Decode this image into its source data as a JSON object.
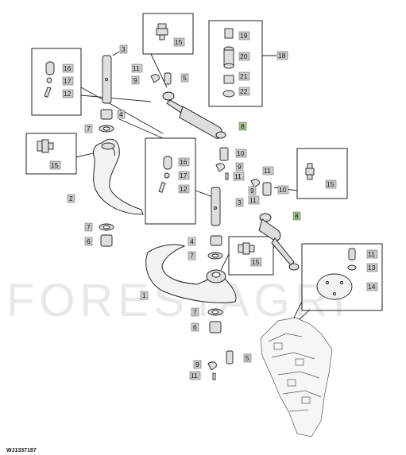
{
  "watermark": "FORESTAGRI",
  "figure_id": "WJ1337187",
  "colors": {
    "tag_grey": "#cccccc",
    "tag_green": "#a4c58c",
    "part_fill": "#dedede",
    "line": "#222222"
  },
  "callouts": {
    "c3a": "3",
    "c4a": "4",
    "c7a": "7",
    "c11a": "11",
    "c9a": "9",
    "c5a": "5",
    "c15a": "15",
    "c15b": "15",
    "c15c": "15",
    "c15d": "15",
    "c16a": "16",
    "c17a": "17",
    "c12a": "12",
    "c16b": "16",
    "c17b": "17",
    "c12b": "12",
    "c19": "19",
    "c20": "20",
    "c21": "21",
    "c22": "22",
    "c18": "18",
    "c8a": "8",
    "c8b": "8",
    "c10a": "10",
    "c9b": "9",
    "c11b": "11",
    "c11c": "11",
    "c10b": "10",
    "c9c": "9",
    "c11e": "11",
    "c2": "2",
    "c7b": "7",
    "c6a": "6",
    "c3b": "3",
    "c4b": "4",
    "c7c": "7",
    "c1": "1",
    "c7d": "7",
    "c6b": "6",
    "c5b": "5",
    "c9d": "9",
    "c11d": "11",
    "c11f": "11",
    "c13": "13",
    "c14": "14"
  }
}
